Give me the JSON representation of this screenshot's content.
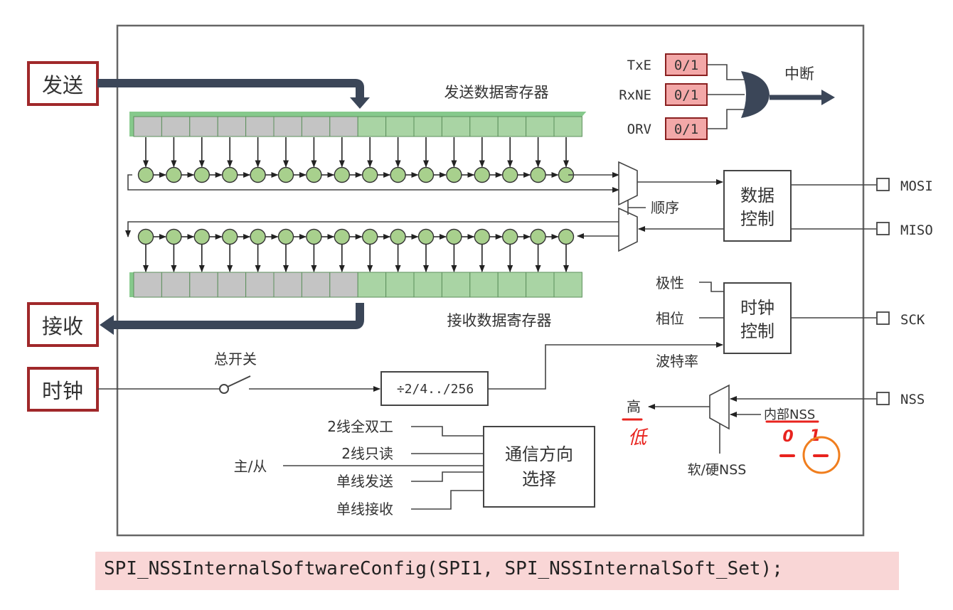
{
  "side_labels": {
    "send": "发送",
    "receive": "接收",
    "clock": "时钟"
  },
  "registers": {
    "tx_title": "发送数据寄存器",
    "rx_title": "接收数据寄存器",
    "bit_count": 16,
    "gray_count": 8
  },
  "flags": [
    {
      "name": "TxE",
      "value": "0/1"
    },
    {
      "name": "RxNE",
      "value": "0/1"
    },
    {
      "name": "ORV",
      "value": "0/1"
    }
  ],
  "interrupt_label": "中断",
  "mux_order_label": "顺序",
  "blocks": {
    "data_ctrl": [
      "数据",
      "控制"
    ],
    "clock_ctrl": [
      "时钟",
      "控制"
    ],
    "comm_dir": [
      "通信方向",
      "选择"
    ]
  },
  "pins": {
    "mosi": "MOSI",
    "miso": "MISO",
    "sck": "SCK",
    "nss": "NSS"
  },
  "clock_inputs": {
    "polarity": "极性",
    "phase": "相位",
    "baud": "波特率"
  },
  "switch_label": "总开关",
  "divider_label": "÷2/4../256",
  "nss_section": {
    "high": "高",
    "internal_nss": "内部NSS",
    "soft_hard": "软/硬NSS",
    "handwritten_low": "低",
    "handwritten_digits": [
      "0",
      "1"
    ]
  },
  "comm_modes": [
    "2线全双工",
    "2线只读",
    "单线发送",
    "单线接收"
  ],
  "master_slave": "主/从",
  "code": "SPI_NSSInternalSoftwareConfig(SPI1, SPI_NSSInternalSoft_Set);",
  "colors": {
    "frame": "#666666",
    "label_border": "#a0282a",
    "gray_cell": "#c4c4c4",
    "green_cell": "#a9d4a4",
    "register_top": "#86c98c",
    "node_fill": "#a8d08d",
    "flag_fill": "#f3a8a8",
    "dark_arrow": "#3b4658",
    "annotation": "#e8231e",
    "circle_annotation": "#f07e1e",
    "code_bg": "#f9d6d6"
  }
}
